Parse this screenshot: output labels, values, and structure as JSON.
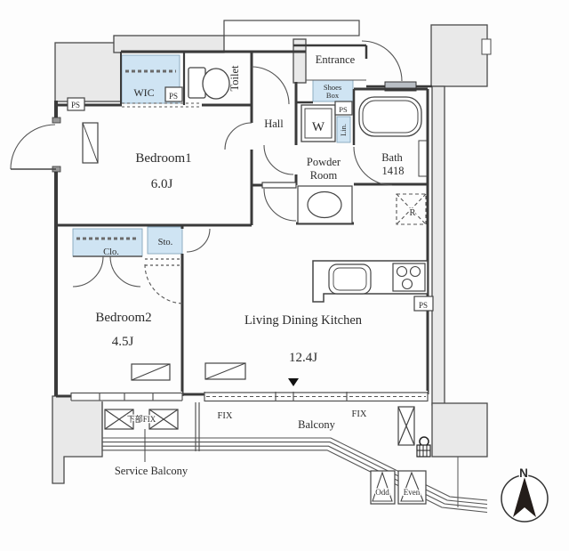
{
  "plan": {
    "rooms": {
      "bedroom1": {
        "name": "Bedroom1",
        "size": "6.0J"
      },
      "bedroom2": {
        "name": "Bedroom2",
        "size": "4.5J"
      },
      "ldk": {
        "name": "Living Dining Kitchen",
        "size": "12.4J"
      },
      "hall": "Hall",
      "toilet": "Toilet",
      "entrance": "Entrance",
      "powder_room": {
        "line1": "Powder",
        "line2": "Room"
      },
      "bath": {
        "name": "Bath",
        "size": "1418"
      }
    },
    "storage": {
      "wic": "WIC",
      "closet": "Clo.",
      "storage": "Sto.",
      "shoes_box": {
        "line1": "Shoes",
        "line2": "Box"
      },
      "linen": "Lin."
    },
    "equipment": {
      "washer": "W",
      "refrigerator": "R",
      "pipe_space": "PS"
    },
    "outdoor": {
      "balcony": "Balcony",
      "service_balcony": "Service Balcony",
      "fix": "FIX",
      "lower_fix": "下部FIX"
    },
    "hatch": {
      "odd": "Odd",
      "even": "Even"
    },
    "compass_north": "N",
    "colors": {
      "accent_blue": "#cfe4f3",
      "wall_gray": "#e9e9e9",
      "line": "#3a3a3a"
    }
  }
}
